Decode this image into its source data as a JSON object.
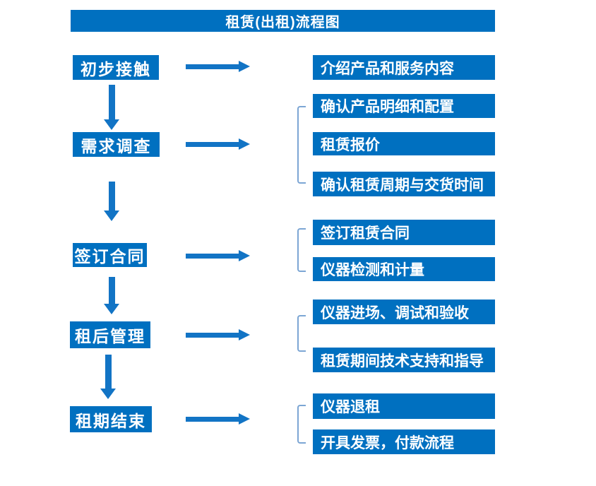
{
  "title": "租赁(出租)流程图",
  "colors": {
    "box_blue": "#0070C0",
    "arrow_blue": "#1274C5",
    "bracket_blue": "#7CA6D4",
    "text_white": "#FFFFFF"
  },
  "steps": [
    {
      "label": "初步接触",
      "outputs": [
        "介绍产品和服务内容"
      ]
    },
    {
      "label": "需求调查",
      "outputs": [
        "确认产品明细和配置",
        "租赁报价",
        "确认租赁周期与交货时间"
      ]
    },
    {
      "label": "签订合同",
      "outputs": [
        "签订租赁合同",
        "仪器检测和计量"
      ]
    },
    {
      "label": "租后管理",
      "outputs": [
        "仪器进场、调试和验收",
        "租赁期间技术支持和指导"
      ]
    },
    {
      "label": "租期结束",
      "outputs": [
        "仪器退租",
        "开具发票，付款流程"
      ]
    }
  ]
}
